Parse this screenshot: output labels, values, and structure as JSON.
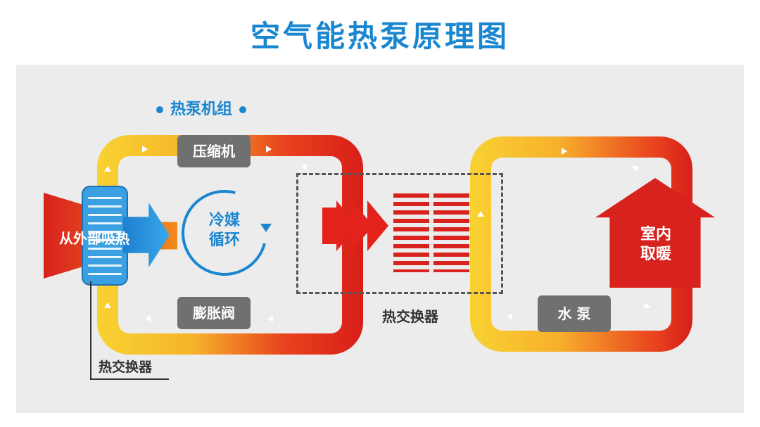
{
  "title": "空气能热泵原理图",
  "unit_label": "热泵机组",
  "components": {
    "compressor": "压缩机",
    "expansion_valve": "膨胀阀",
    "water_pump": "水 泵"
  },
  "outdoor_text": "从外部吸热",
  "cycle_line1": "冷媒",
  "cycle_line2": "循环",
  "middle_exchanger_label": "热交换器",
  "outdoor_exchanger_label": "热交换器",
  "house_line1": "室内",
  "house_line2": "取暖",
  "colors": {
    "title_blue": "#1a86d0",
    "hot_red": "#d8221d",
    "warm_yellow": "#f8d232",
    "component_gray": "#707070",
    "panel_gray": "#ececec"
  }
}
